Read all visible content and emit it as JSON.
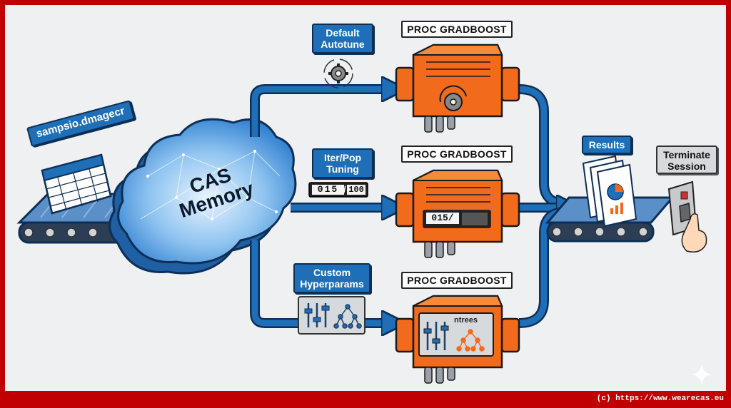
{
  "dataset": {
    "label": "sampsio.dmagecr"
  },
  "cas": {
    "line1": "CAS",
    "line2": "Memory"
  },
  "branches": [
    {
      "proc_label": "PROC GRADBOOST",
      "option_label": "Default Autotune",
      "icon": "gear-cycle-icon"
    },
    {
      "proc_label": "PROC GRADBOOST",
      "option_label": "Iter/Pop Tuning",
      "counter": {
        "left": "015",
        "right": "100"
      },
      "engine_counter": "015/",
      "icon": "counter-icon"
    },
    {
      "proc_label": "PROC GRADBOOST",
      "option_label": "Custom Hyperparams",
      "engine_text": "ntrees",
      "icon": "sliders-tree-icon"
    }
  ],
  "results": {
    "label": "Results"
  },
  "terminate": {
    "label": "Terminate Session"
  },
  "footer": {
    "text": "(c) https://www.wearecas.eu"
  },
  "colors": {
    "frame": "#c00000",
    "blue": "#1f6fb8",
    "orange": "#f26a1b",
    "navy": "#0d2f55",
    "background": "#eef0f2"
  }
}
